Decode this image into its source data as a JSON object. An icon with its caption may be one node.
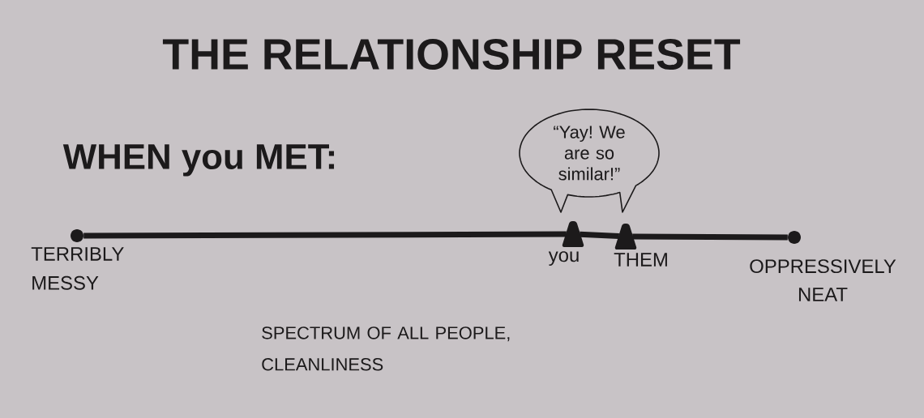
{
  "diagram": {
    "title": "THE RELATIONSHIP RESET",
    "nodes": [
      {
        "text": [
          "“Yay! We are so similar!”"
        ]
      },
      {
        "text": [],
        "shape": "circle",
        "beside": [
          "TERRIBLY MESSY"
        ]
      },
      {
        "text": [],
        "shape": "triangle",
        "beside": [
          "you"
        ]
      },
      {
        "text": [],
        "shape": "triangle",
        "beside": [
          "THEM"
        ]
      },
      {
        "text": [],
        "shape": "circle",
        "beside": [
          "OPPRESSIVELY NEAT"
        ]
      }
    ],
    "edges": [
      {
        "from": 1,
        "to": 2,
        "arrow": "none"
      },
      {
        "from": 2,
        "to": 3,
        "arrow": "none"
      },
      {
        "from": 3,
        "to": 4,
        "arrow": "none"
      }
    ],
    "labels": [
      "WHEN you MET:",
      "SPECTRUM OF ALL PEOPLE, CLEANLINESS"
    ]
  }
}
